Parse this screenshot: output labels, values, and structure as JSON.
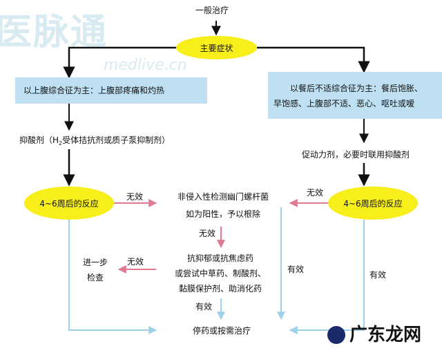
{
  "watermark": {
    "logo_text": "医脉通",
    "url_text": "medlive.cn"
  },
  "nodes": {
    "top": "一般治疗",
    "main_symptom": "主要症状",
    "left_box": "以上腹综合征为主：上腹部疼痛和灼热",
    "right_box_line1": "以餐后不适综合征为主：餐后饱胀、",
    "right_box_line2": "早饱感、上腹部不适、恶心、呕吐或嗳",
    "left_drug_a": "抑酸剂（H",
    "left_drug_sub": "2",
    "left_drug_b": "受体拮抗剂或质子泵抑制剂）",
    "right_drug": "促动力剂，必要时联用抑酸剂",
    "left_reaction": "4~6周后的反应",
    "right_reaction": "4~6周后的反应",
    "hp_line1": "非侵入性检测幽门螺杆菌",
    "hp_line2": "如为阳性，予以根除",
    "anti_line1": "抗抑郁或抗焦虑药",
    "anti_line2": "或尝试中草药、制酸剂、",
    "anti_line3": "黏膜保护剂、助消化药",
    "further_line1": "进一步",
    "further_line2": "检查",
    "stop": "停药或按需治疗"
  },
  "edge_labels": {
    "left_invalid": "无效",
    "right_invalid": "无效",
    "hp_invalid": "无效",
    "anti_invalid": "无效",
    "anti_valid": "有效",
    "mid_valid": "有效",
    "right_valid": "有效"
  },
  "footer": {
    "brand": "广东龙网"
  },
  "colors": {
    "ellipse": "#f7ee1a",
    "box": "#bfe0f2",
    "pink_arrow": "#e07a90",
    "blue_line": "#9fd0ea",
    "black_arrow": "#111111"
  }
}
